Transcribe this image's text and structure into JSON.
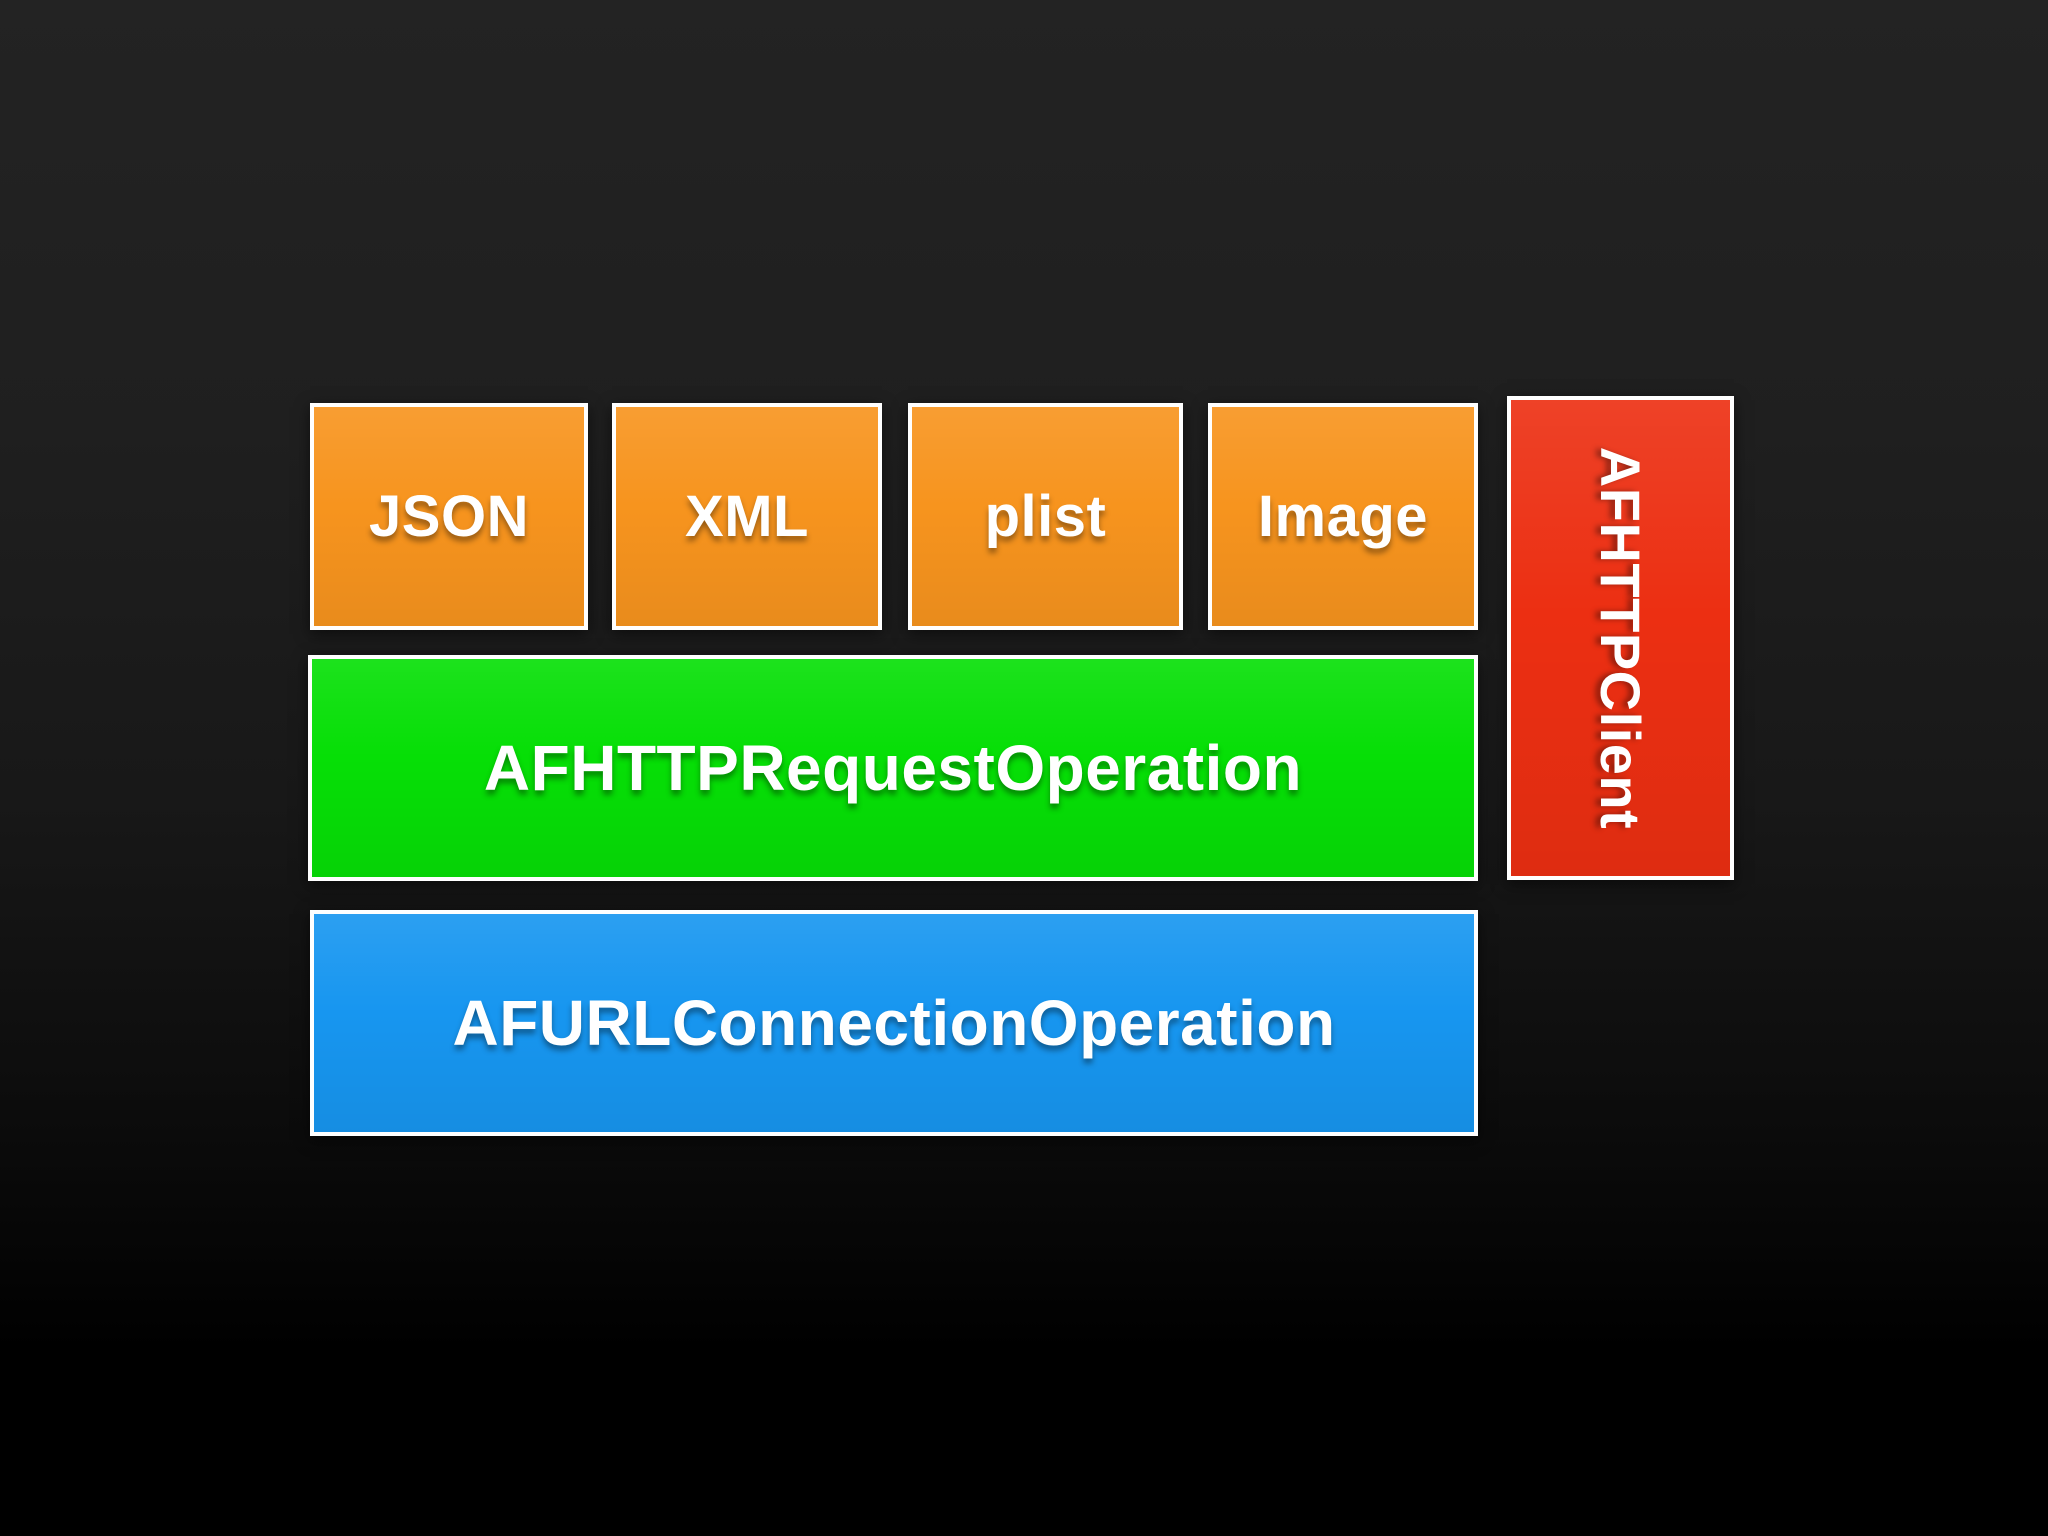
{
  "diagram": {
    "description": "AFNetworking class architecture stack diagram on dark slide",
    "background": {
      "top_color": "#232323",
      "bottom_color": "#000000"
    },
    "border_color": "#ffffff",
    "text_color": "#ffffff",
    "nodes": {
      "json": {
        "label": "JSON",
        "color": "#F7941E",
        "role": "serialization-format"
      },
      "xml": {
        "label": "XML",
        "color": "#F7941E",
        "role": "serialization-format"
      },
      "plist": {
        "label": "plist",
        "color": "#F7941E",
        "role": "serialization-format"
      },
      "image": {
        "label": "Image",
        "color": "#F7941E",
        "role": "serialization-format"
      },
      "request": {
        "label": "AFHTTPRequestOperation",
        "color": "#06DF06",
        "role": "middle-layer"
      },
      "connection": {
        "label": "AFURLConnectionOperation",
        "color": "#1796F0",
        "role": "base-layer"
      },
      "client": {
        "label": "AFHTTPClient",
        "color": "#EC2F12",
        "role": "side-client",
        "text_orientation": "vertical"
      }
    }
  }
}
